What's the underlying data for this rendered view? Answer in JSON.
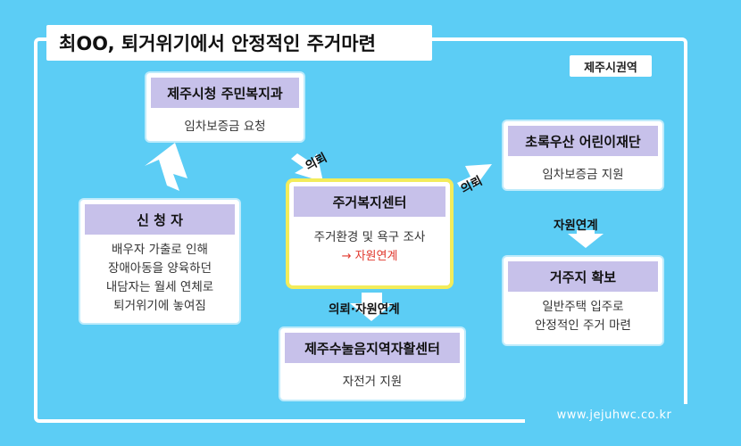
{
  "title": "최OO, 퇴거위기에서 안정적인 주거마련",
  "region": "제주시권역",
  "url": "www.jejuhwc.co.kr",
  "boxes": {
    "applicant": {
      "header": "신 청 자",
      "lines": [
        "배우자 가출로 인해",
        "장애아동을 양육하던",
        "내담자는 월세 연체로",
        "퇴거위기에 놓여짐"
      ]
    },
    "city": {
      "header": "제주시청 주민복지과",
      "body": "임차보증금 요청"
    },
    "center": {
      "header": "주거복지센터",
      "body": "주거환경 및 욕구 조사",
      "note": "→ 자원연계"
    },
    "foundation": {
      "header": "초록우산 어린이재단",
      "body": "임차보증금 지원"
    },
    "housing": {
      "header": "거주지 확보",
      "lines": [
        "일반주택 입주로",
        "안정적인 주거 마련"
      ]
    },
    "selfsupport": {
      "header": "제주수눌음지역자활센터",
      "body": "자전거 지원"
    }
  },
  "labels": {
    "referral_left": "의뢰",
    "referral_right": "의뢰",
    "resource_link": "자원연계",
    "referral_resource": "의뢰·자원연계"
  }
}
